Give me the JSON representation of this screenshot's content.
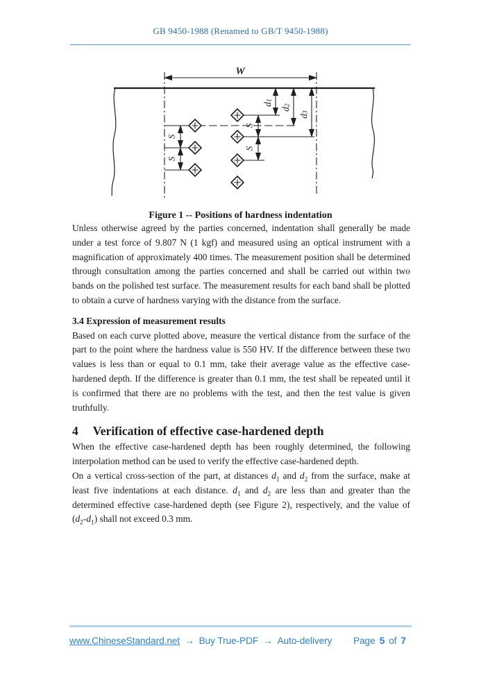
{
  "header": {
    "title": "GB 9450-1988 (Renamed to GB/T 9450-1988)"
  },
  "figure": {
    "caption": "Figure 1 -- Positions of hardness indentation",
    "labels": {
      "width": "W",
      "spacing": "S",
      "depth_base": "d",
      "depth_subs": [
        "1",
        "2",
        "3"
      ]
    }
  },
  "sections": {
    "para_measurement": "Unless otherwise agreed by the parties concerned, indentation shall generally be made under a test force of 9.807 N (1 kgf) and measured using an optical instrument with a magnification of approximately 400 times. The measurement position shall be determined through consultation among the parties concerned and shall be carried out within two bands on the polished test surface. The measurement results for each band shall be plotted to obtain a curve of hardness varying with the distance from the surface.",
    "heading_expression": "3.4 Expression of measurement results",
    "para_expression": "Based on each curve plotted above, measure the vertical distance from the surface of the part to the point where the hardness value is 550 HV. If the difference between these two values is less than or equal to 0.1 mm, take their average value as the effective case-hardened depth. If the difference is greater than 0.1 mm, the test shall be repeated until it is confirmed that there are no problems with the test, and then the test value is given truthfully.",
    "heading_verification_number": "4",
    "heading_verification_title": "Verification of effective case-hardened depth",
    "para_interpolation": "When the effective case-hardened depth has been roughly determined, the following interpolation method can be used to verify the effective case-hardened depth.",
    "para_indentation_segments": [
      {
        "t": "On a vertical cross-section of the part, at distances "
      },
      {
        "t": "d",
        "i": true
      },
      {
        "t": "1",
        "sub": true
      },
      {
        "t": " and "
      },
      {
        "t": "d",
        "i": true
      },
      {
        "t": "2",
        "sub": true
      },
      {
        "t": " from the surface, make at least five indentations at each distance. "
      },
      {
        "t": "d",
        "i": true
      },
      {
        "t": "1",
        "sub": true
      },
      {
        "t": " and "
      },
      {
        "t": "d",
        "i": true
      },
      {
        "t": "2",
        "sub": true
      },
      {
        "t": " are less than and greater than the determined effective case-hardened depth (see Figure 2), respectively, and the value of ("
      },
      {
        "t": "d",
        "i": true
      },
      {
        "t": "2",
        "sub": true
      },
      {
        "t": "-"
      },
      {
        "t": "d",
        "i": true
      },
      {
        "t": "1",
        "sub": true
      },
      {
        "t": ") shall not exceed 0.3 mm."
      }
    ]
  },
  "footer": {
    "link": "www.ChineseStandard.net",
    "arrow": "→",
    "buy_label": "Buy True-PDF",
    "delivery_label": "Auto-delivery",
    "page_label": "Page",
    "page_number": "5",
    "of_label": "of",
    "page_total": "7"
  },
  "colors": {
    "header_blue": "#2d6fa8",
    "footer_blue": "#2e80c0",
    "footer_rule": "#b7d2e8",
    "body_text": "#1c1c1c"
  }
}
